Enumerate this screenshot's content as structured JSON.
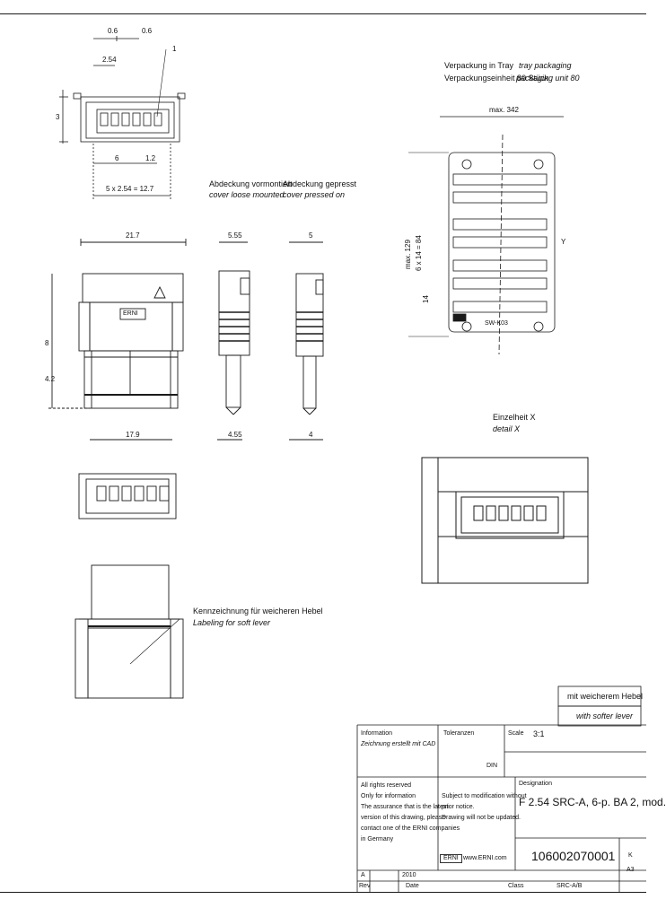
{
  "top_view": {
    "dim_06": "0.6",
    "dim_0606": "0.6",
    "dim_254": "2.54",
    "dim_1": "1",
    "dim_3": "3",
    "dim_6": "6",
    "dim_12": "1.2",
    "dim_pitch": "5 x 2.54 = 12.7"
  },
  "cover_loose": {
    "de": "Abdeckung vormontiert",
    "en": "cover loose mounted"
  },
  "cover_pressed": {
    "de": "Abdeckung gepresst",
    "en": "cover pressed on"
  },
  "front_view": {
    "dim_width": "21.7",
    "dim_bottom": "17.9",
    "dim_left_1": "8",
    "dim_left_2": "4.2",
    "logo": "ERNI"
  },
  "side_views": {
    "dim_555": "5.55",
    "dim_455": "4.55",
    "dim_5": "5",
    "dim_4": "4"
  },
  "packaging": {
    "de_label": "Verpackung in Tray",
    "en_label": "tray packaging",
    "unit_de": "Verpackungseinheit 80 Stück",
    "unit_en": "packaging unit 80",
    "dim_max": "max. 342",
    "dim_max2": "max. 129",
    "dim_rows": "6 x 14 = 84",
    "dim_14": "14",
    "label_y": "Y",
    "tray_code": "SW-K03"
  },
  "detail": {
    "de": "Einzelheit X",
    "en": "detail X"
  },
  "labeling": {
    "de": "Kennzeichnung für weicheren Hebel",
    "en": "Labeling for soft lever"
  },
  "title_block": {
    "variant_de": "mit weicherem Hebel",
    "variant_en": "with softer lever",
    "information": "Information",
    "drawing_note": "Zeichnung erstellt mit CAD",
    "tolerance": "Toleranzen",
    "scale_label": "Scale",
    "scale": "3:1",
    "din": "DIN",
    "designation_label": "Designation",
    "designation": "F 2.54 SRC-A, 6-p. BA 2, mod.",
    "rights": "All rights reserved",
    "info1": "Only for information",
    "info2": "The assurance that is the latest",
    "info3": "version of this drawing, please",
    "info4": "contact one of the ERNI companies",
    "info5": "in Germany",
    "subj1": "Subject to modification without",
    "subj2": "prior notice.",
    "subj3": "Drawing will not be updated.",
    "erni_logo": "ERNI",
    "website": "www.ERNI.com",
    "part_number": "106002070001",
    "sheet_marker": "K",
    "rev": "A3",
    "row_a": "A",
    "row_date": "2010",
    "rev_label": "Rev",
    "date_label": "Date",
    "class_label": "Class",
    "class_value": "SRC-A/B"
  }
}
